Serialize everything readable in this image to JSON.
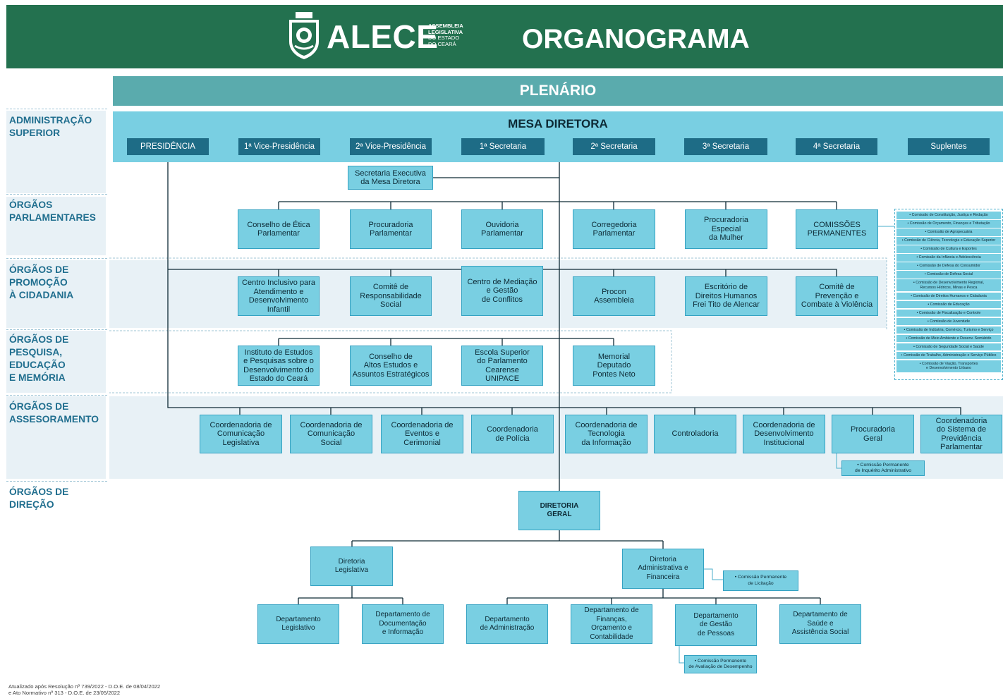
{
  "header": {
    "logo_name": "ALECE",
    "logo_sub": [
      "ASSEMBLEIA",
      "LEGISLATIVA",
      "DO ESTADO",
      "DO CEARÁ"
    ],
    "title": "ORGANOGRAMA",
    "background": "#23714f"
  },
  "plenario": "PLENÁRIO",
  "sections": [
    "ADMINISTRAÇÃO\nSUPERIOR",
    "ÓRGÃOS\nPARLAMENTARES",
    "ÓRGÃOS DE\nPROMOÇÃO\nÀ CIDADANIA",
    "ÓRGÃOS DE\nPESQUISA,\nEDUCAÇÃO\nE MEMÓRIA",
    "ÓRGÃOS DE\nASSESORAMENTO",
    "ÓRGÃOS DE\nDIREÇÃO"
  ],
  "mesa": {
    "title": "MESA DIRETORA",
    "members": [
      "PRESIDÊNCIA",
      "1ª Vice-Presidência",
      "2ª Vice-Presidência",
      "1ª Secretaria",
      "2ª Secretaria",
      "3ª Secretaria",
      "4ª Secretaria",
      "Suplentes"
    ]
  },
  "secretaria_executiva": "Secretaria Executiva\nda Mesa Diretora",
  "parlamentares": [
    "Conselho de Ética\nParlamentar",
    "Procuradoria\nParlamentar",
    "Ouvidoria\nParlamentar",
    "Corregedoria\nParlamentar",
    "Procuradoria\nEspecial\nda Mulher",
    "COMISSÕES\nPERMANENTES"
  ],
  "comissoes": [
    "• Comissão de Constituição, Justiça e Redação",
    "• Comissão de Orçamento, Finanças e Tributação",
    "• Comissão de Agropecuária",
    "• Comissão de Ciência, Tecnologia e Educação Superior",
    "• Comissão de Cultura e Esportes",
    "• Comissão da Infância e Adolescência",
    "• Comissão de Defesa do Consumidor",
    "• Comissão de Defesa Social",
    "• Comissão de Desenvolvimento Regional,\nRecursos Hídricos, Minas e Pesca",
    "• Comissão de Direitos Humanos e Cidadania",
    "• Comissão de Educação",
    "• Comissão de Fiscalização e Controle",
    "• Comissão de Juventude",
    "• Comissão de Indústria, Comércio, Turismo e Serviço",
    "• Comissão de Meio Ambiente e Desenv. Semiárido",
    "• Comissão de Seguridade Social e Saúde",
    "• Comissão de Trabalho, Administração e Serviço Público",
    "• Comissão de Viação, Transportes\ne Desenvolvimento Urbano"
  ],
  "cidadania": [
    "Centro Inclusivo para\nAtendimento e\nDesenvolvimento\nInfantil",
    "Comitê de\nResponsabilidade\nSocial",
    "Centro de Mediação\ne Gestão\nde Conflitos",
    "Procon\nAssembleia",
    "Escritório de\nDireitos Humanos\nFrei Tito de Alencar",
    "Comitê de\nPrevenção e\nCombate à Violência"
  ],
  "pesquisa": [
    "Instituto de Estudos\ne Pesquisas sobre o\nDesenvolvimento do\nEstado do Ceará",
    "Conselho de\nAltos Estudos e\nAssuntos Estratégicos",
    "Escola Superior\ndo Parlamento\nCearense\nUNIPACE",
    "Memorial\nDeputado\nPontes Neto"
  ],
  "assessoramento": [
    "Coordenadoria de\nComunicação\nLegislativa",
    "Coordenadoria de\nComunicação\nSocial",
    "Coordenadoria de\nEventos e\nCerimonial",
    "Coordenadoria\nde Polícia",
    "Coordenadoria de\nTecnologia\nda Informação",
    "Controladoria",
    "Coordenadoria de\nDesenvolvimento\nInstitucional",
    "Procuradoria\nGeral",
    "Coordenadoria\ndo Sistema de\nPrevidência\nParlamentar"
  ],
  "comissao_inquerito": "• Comissão Permanente\nde Inquérito Administrativo",
  "diretoria_geral": "DIRETORIA\nGERAL",
  "diretoria_legislativa": "Diretoria\nLegislativa",
  "diretoria_adm": "Diretoria\nAdministrativa e\nFinanceira",
  "comissao_licitacao": "• Comissão Permanente\nde Licitação",
  "departamentos": [
    "Departamento\nLegislativo",
    "Departamento de\nDocumentação\ne Informação",
    "Departamento\nde Administração",
    "Departamento de\nFinanças,\nOrçamento e\nContabilidade",
    "Departamento\nde Gestão\nde Pessoas",
    "Departamento de\nSaúde e\nAssistência Social"
  ],
  "comissao_avaliacao": "• Comissão Permanente\nde Avaliação de Desempenho",
  "footnote": "Atualizado após Resolução nº 739/2022 - D.O.E. de 08/04/2022\ne Ato Normativo nº 313 - D.O.E. de 23/05/2022"
}
